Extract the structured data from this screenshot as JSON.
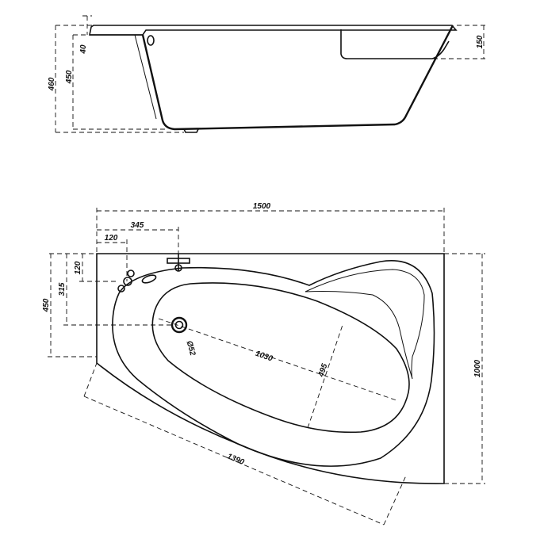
{
  "dimensions": {
    "side_total_height": "460",
    "side_tub_height": "450",
    "side_rim_drop": "40",
    "side_headrest_height": "150",
    "total_length": "1500",
    "tap_offset": "345",
    "overflow_offset": "120",
    "overflow_height": "120",
    "overflow_depth": "315",
    "left_width": "450",
    "right_width": "1000",
    "front_length": "1390",
    "basin_length": "1030",
    "basin_width": "495",
    "drain_diameter": "Ø52"
  }
}
